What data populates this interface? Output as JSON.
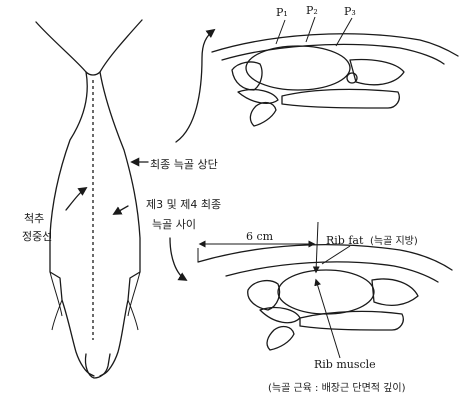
{
  "labels": {
    "last_rib_upper": "최종 늑골 상단",
    "rib_3_4": "제3 및 제4 최종",
    "between_ribs": "늑골 사이",
    "spine_line_1": "척추",
    "spine_line_2": "정중선",
    "p1": "P₁",
    "p2": "P₂",
    "p3": "P₃",
    "six_cm": "6 cm",
    "rib_fat": "Rib fat",
    "rib_fat_ko": "(늑골 지방)",
    "rib_muscle": "Rib muscle",
    "footnote": "(늑골 근육 : 배장근 단면적 깊이)"
  }
}
